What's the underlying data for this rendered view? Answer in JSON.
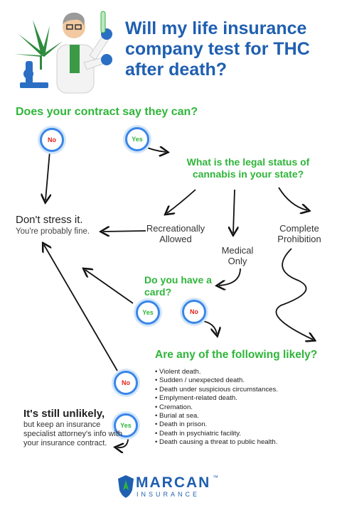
{
  "title": "Will my life insurance company test for THC after death?",
  "question1": "Does your contract say they can?",
  "question2": "What is the legal status of cannabis in your state?",
  "question3": "Do you have a card?",
  "question4": "Are any of the following likely?",
  "answers": {
    "no": "No",
    "yes": "Yes"
  },
  "outcomes": {
    "recreational": "Recreationally Allowed",
    "medical": "Medical Only",
    "prohibition": "Complete Prohibition"
  },
  "dont_stress": {
    "heading": "Don't stress it.",
    "sub": "You're probably fine."
  },
  "still_unlikely": {
    "heading": "It's still unlikely,",
    "sub": "but keep an insurance specialist attorney's info with your insurance contract."
  },
  "likely_list": [
    "Violent death.",
    "Sudden / unexpected death.",
    "Death under suspicious circumstances.",
    "Emplyment-related death.",
    "Cremation.",
    "Burial at sea.",
    "Death in prison.",
    "Death in psychiatric facility.",
    "Death causing a threat to public health."
  ],
  "logo": {
    "name": "MARCAN",
    "sub": "INSURANCE",
    "tm": "™"
  },
  "colors": {
    "title_blue": "#1f5fb0",
    "question_green": "#2fb53a",
    "no_red": "#e2231a",
    "circle_blue": "#3a86e8"
  },
  "illustration": {
    "icons": [
      "scientist-icon",
      "cannabis-leaf-icon",
      "test-tube-icon",
      "microscope-icon"
    ]
  }
}
